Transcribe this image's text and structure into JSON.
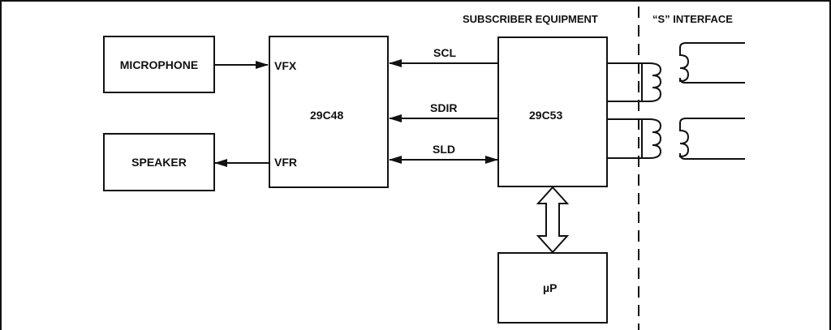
{
  "header": {
    "subscriber_equipment": "SUBSCRIBER EQUIPMENT",
    "s_interface": "“S” INTERFACE"
  },
  "blocks": {
    "microphone": "MICROPHONE",
    "speaker": "SPEAKER",
    "codec": "29C48",
    "transceiver": "29C53",
    "microprocessor": "µP"
  },
  "pins": {
    "vfx": "VFX",
    "vfr": "VFR"
  },
  "signals": {
    "scl": "SCL",
    "sdir": "SDIR",
    "sld": "SLD"
  }
}
